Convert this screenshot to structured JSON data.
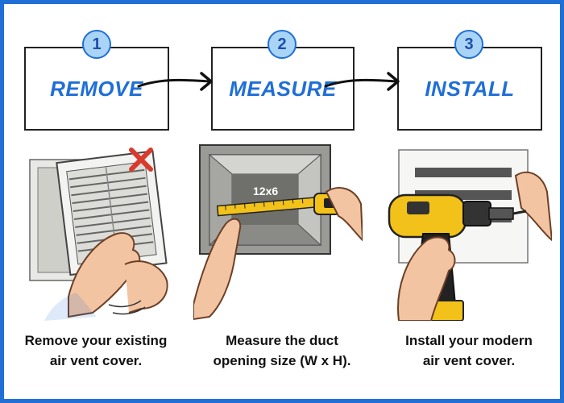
{
  "steps": [
    {
      "number": "1",
      "label": "REMOVE",
      "caption_line1": "Remove your existing",
      "caption_line2": "air vent cover."
    },
    {
      "number": "2",
      "label": "MEASURE",
      "caption_line1": "Measure the duct",
      "caption_line2": "opening size (W x H)."
    },
    {
      "number": "3",
      "label": "INSTALL",
      "caption_line1": "Install your modern",
      "caption_line2": "air vent cover."
    }
  ],
  "tape_label": "12x6",
  "colors": {
    "accent": "#1f6fd6",
    "badge_fill": "#a9d4f5",
    "x_mark": "#d93a2b",
    "drill": "#f2c21b"
  }
}
